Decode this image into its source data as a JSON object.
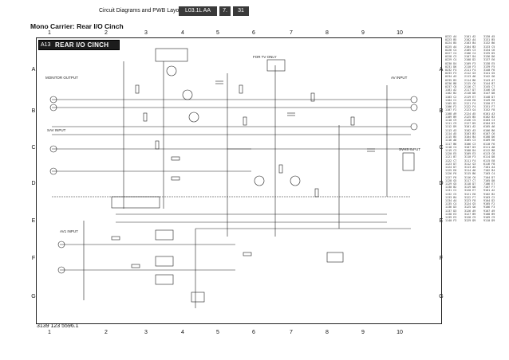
{
  "header": {
    "title": "Circuit Diagrams and PWB Layouts",
    "model": "L03.1L AA",
    "section": "7.",
    "page": "31"
  },
  "subtitle": "Mono Carrier: Rear I/O Cinch",
  "diagram": {
    "number": "A13",
    "title": "REAR I/O CINCH",
    "columns": [
      "1",
      "2",
      "3",
      "4",
      "5",
      "6",
      "7",
      "8",
      "9",
      "10"
    ],
    "rows": [
      "A",
      "B",
      "C",
      "D",
      "E",
      "F",
      "G"
    ],
    "labels": {
      "monitor_output": "MONITOR OUTPUT",
      "av_input": "AV INPUT",
      "sav_input": "SAV INPUT",
      "svhs_input": "SVHS INPUT",
      "av1_input": "AV1 INPUT",
      "for_tv_only": "FOR TV ONLY"
    },
    "code": "3139 123 5596.1"
  },
  "ref_columns": [
    [
      "0222 A4",
      "0223 B5",
      "0224 B5",
      "0225 A4",
      "0226 C4",
      "0227 C4",
      "0228 C3",
      "0229 C4",
      "0230 D4",
      "0231 D6",
      "0232 F4",
      "0233 F3",
      "0234 A3",
      "0235 B3",
      "0236 B8",
      "0237 C8",
      "1101 A2",
      "1102 B2",
      "1103 C2",
      "1104 C2",
      "1105 D2",
      "1106 F2",
      "1107 F2",
      "1108 A9",
      "1109 B9",
      "1110 C9",
      "1111 C9",
      "1112 D9",
      "1113 A3",
      "1114 A5",
      "1115 B5",
      "1116 A6",
      "1117 B6",
      "1118 C4",
      "1119 C3",
      "1120 E5",
      "1121 B7",
      "1122 C7",
      "1123 D7",
      "1124 D7",
      "1125 E6",
      "1126 F6",
      "1127 F6",
      "1128 G5",
      "1129 G5",
      "1130 B2",
      "1131 C2",
      "1132 C5",
      "1133 B4",
      "1134 A4",
      "1135 C4",
      "1136 D3",
      "1137 D3",
      "1138 E3",
      "1139 E3",
      "1140 F3"
    ],
    [
      "2101 A2",
      "2102 A4",
      "2103 B4",
      "2104 B3",
      "2105 C3",
      "2106 C4",
      "2107 D4",
      "2108 D2",
      "2109 F3",
      "2110 F3",
      "2111 F4",
      "2112 G3",
      "2113 A6",
      "2114 B6",
      "2115 C6",
      "2116 C7",
      "2117 D7",
      "2118 D8",
      "2119 E7",
      "2120 E8",
      "2121 F4",
      "2122 F4",
      "2123 G4",
      "2124 A5",
      "2125 B5",
      "2126 C5",
      "2127 D5",
      "3101 A2",
      "3102 A3",
      "3103 B3",
      "3104 B4",
      "3105 C3",
      "3106 C3",
      "3107 D3",
      "3108 D4",
      "3109 E3",
      "3110 F3",
      "3111 F4",
      "3112 G3",
      "3113 A5",
      "3114 A6",
      "3115 B6",
      "3116 C6",
      "3117 C7",
      "3118 D7",
      "3119 D8",
      "3120 E7",
      "3121 E8",
      "3122 F7",
      "3123 F8",
      "3124 G5",
      "3125 G6",
      "3126 A9",
      "3127 B9",
      "3128 C9",
      "3129 D9"
    ],
    [
      "3130 A5",
      "3131 B5",
      "3132 B6",
      "3133 C5",
      "3134 C6",
      "3135 D5",
      "3136 D6",
      "3137 E6",
      "3138 E5",
      "3139 F5",
      "3140 F6",
      "3141 G5",
      "3142 G6",
      "3143 A7",
      "3144 B7",
      "3145 C7",
      "3146 C8",
      "3147 D8",
      "3148 D7",
      "3149 E8",
      "3150 E7",
      "3151 F7",
      "3152 F8",
      "6101 A3",
      "6102 B3",
      "6103 C3",
      "6104 D3",
      "6105 A6",
      "6106 B6",
      "6107 C6",
      "6108 D6",
      "6109 E6",
      "6110 F6",
      "6111 A8",
      "6112 B8",
      "6113 C8",
      "6114 D8",
      "6115 E8",
      "6116 F8",
      "7101 A4",
      "7102 B4",
      "7103 C4",
      "7104 D7",
      "7105 D8",
      "7106 E7",
      "7107 F7",
      "9101 A2",
      "9102 B2",
      "9103 C2",
      "9104 D2",
      "9105 F2",
      "9106 F3",
      "9107 A9",
      "9108 B9",
      "9109 C9",
      "9110 D9"
    ]
  ],
  "colors": {
    "line": "#222222",
    "header_block": "#3a3a3a",
    "badge": "#1c1c1c"
  }
}
